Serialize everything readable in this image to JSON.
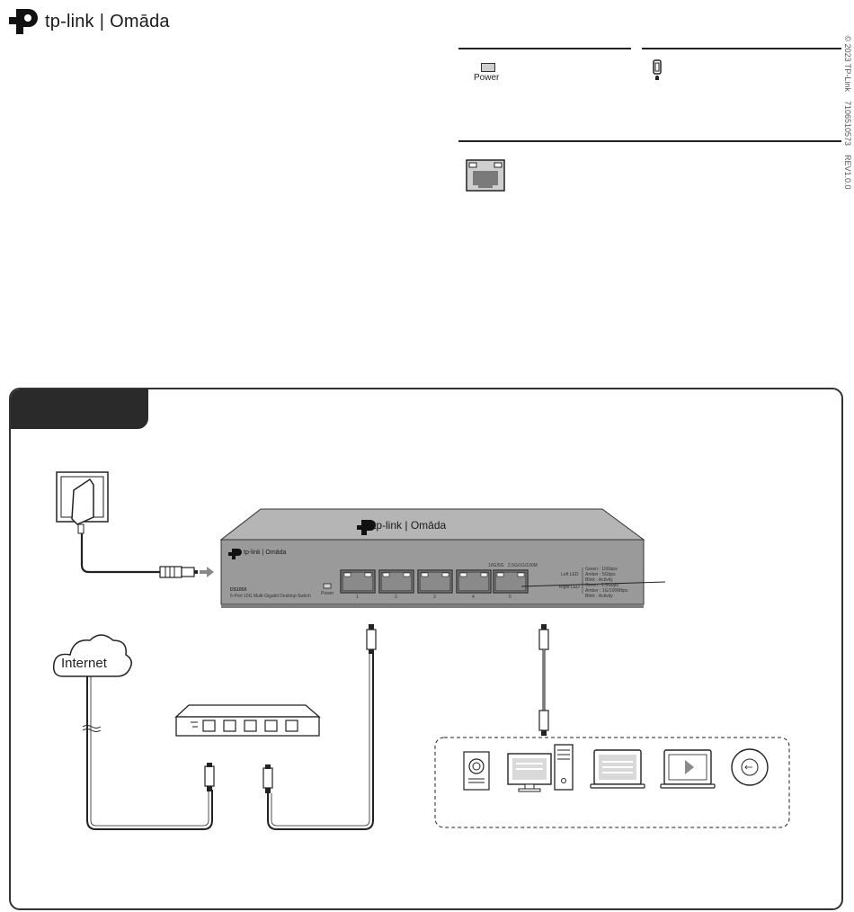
{
  "brand": {
    "name": "tp-link",
    "sub": "Omāda"
  },
  "legal": {
    "copyright": "© 2023 TP-Link",
    "part_number": "7106510573",
    "revision": "REV1.0.0"
  },
  "led_panel": {
    "power_label": "Power"
  },
  "device": {
    "model": "DS105X",
    "description": "5-Port 10G Multi-Gigabit Desktop Switch",
    "power_label": "Power",
    "speed_label_a": "10G/5G",
    "speed_label_b": "2.5G/1G/100M",
    "ports": [
      "1",
      "2",
      "3",
      "4",
      "5"
    ],
    "legend_left_led": "Left LED",
    "legend_right_led": "Right LED",
    "legend_left_lines": [
      "Green  : 10Gbps",
      "Amber : 5Gbps",
      "Blink : Activity"
    ],
    "legend_right_lines": [
      "Green  : 2.5Gbps",
      "Amber : 1G/100Mbps",
      "Blink : Activity"
    ]
  },
  "diagram": {
    "internet_label": "Internet"
  },
  "colors": {
    "dark": "#2a2a2a",
    "switch_body": "#9a9a9a",
    "switch_top": "#b5b5b5"
  }
}
